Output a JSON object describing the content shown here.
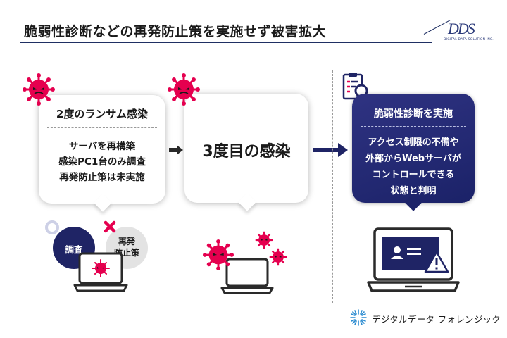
{
  "page_title": "脆弱性診断などの再発防止策を実施せず被害拡大",
  "logo": {
    "mark": "DDS",
    "sub": "DIGITAL DATA SOLUTION INC."
  },
  "step1": {
    "title": "2度のランサム感染",
    "lines": [
      "サーバを再構築",
      "感染PC1台のみ調査",
      "再発防止策は未実施"
    ],
    "badge_investigate": "調査",
    "badge_prevent_line1": "再発",
    "badge_prevent_line2": "防止策"
  },
  "step2": {
    "text": "3度目の感染"
  },
  "step3": {
    "title": "脆弱性診断を実施",
    "lines": [
      "アクセス制限の不備や",
      "外部からWebサーバが",
      "コントロールできる",
      "状態と判明"
    ]
  },
  "footer": {
    "brand": "デジタルデータ フォレンジック"
  },
  "icons": {
    "virus": "virus-icon",
    "clipboard": "clipboard-search-icon",
    "laptop": "laptop-icon",
    "warning": "warning-icon",
    "user": "user-icon",
    "check": "circle-check-icon",
    "cross": "cross-icon",
    "arrow": "arrow-right-icon",
    "brand_logo": "starburst-logo-icon"
  },
  "colors": {
    "navy": "#1f2465",
    "virus_red": "#e5004f",
    "badge_gray": "#e3e3e3",
    "text": "#1a1a1a"
  }
}
